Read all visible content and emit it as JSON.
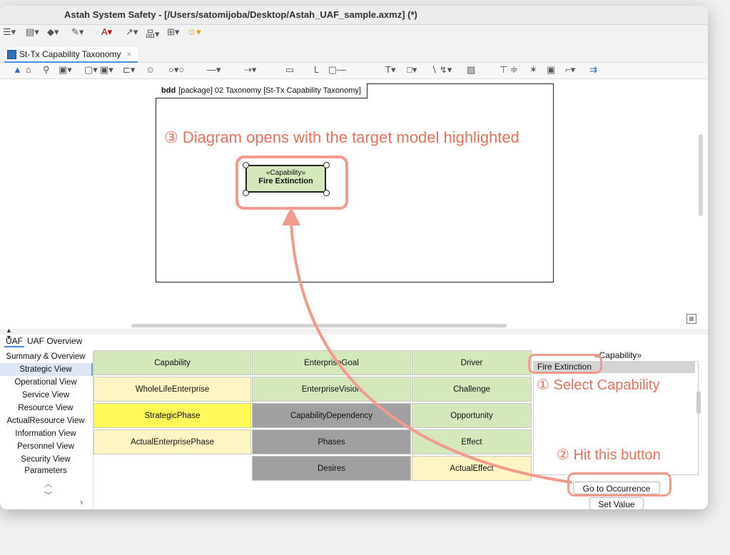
{
  "window": {
    "title": "Astah System Safety - [/Users/satomijoba/Desktop/Astah_UAF_sample.axmz] (*)"
  },
  "tabs": [
    {
      "label": "St-Tx Capability Taxonomy",
      "close": "×"
    }
  ],
  "diagram": {
    "frame_kind": "bdd",
    "frame_label": "[package] 02 Taxonomy [St-Tx Capability Taxonomy]",
    "element": {
      "stereotype": "«Capability»",
      "name": "Fire Extinction"
    }
  },
  "annotations": {
    "step1": "① Select Capability",
    "step2": "② Hit this button",
    "step3": "③ Diagram opens with the target model highlighted"
  },
  "bottom_tabs": [
    "UAF",
    "UAF Overview"
  ],
  "left_nav": [
    "Summary & Overview",
    "Strategic View",
    "Operational View",
    "Service View",
    "Resource View",
    "ActualResource View",
    "Information View",
    "Personnel View",
    "Security View",
    "Parameters"
  ],
  "left_nav_selected": "Strategic View",
  "grid": {
    "rows": [
      [
        "Capability",
        "EnterpriseGoal",
        "Driver"
      ],
      [
        "WholeLifeEnterprise",
        "EnterpriseVision",
        "Challenge"
      ],
      [
        "StrategicPhase",
        "CapabilityDependency",
        "Opportunity"
      ],
      [
        "ActualEnterprisePhase",
        "Phases",
        "Effect"
      ],
      [
        "",
        "Desires",
        "ActualEffect"
      ]
    ]
  },
  "right_panel": {
    "title": "«Capability»",
    "items": [
      "Fire Extinction"
    ],
    "buttons": {
      "go_to_occurrence": "Go to Occurrence",
      "set_value": "Set Value"
    }
  },
  "colors": {
    "accent": "#e8705e",
    "highlight_border": "#f29a8e",
    "cell_green": "#d4e8bc",
    "cell_yellow": "#fff4c4",
    "cell_bright_yellow": "#fff95a",
    "cell_gray": "#a0a0a0"
  }
}
